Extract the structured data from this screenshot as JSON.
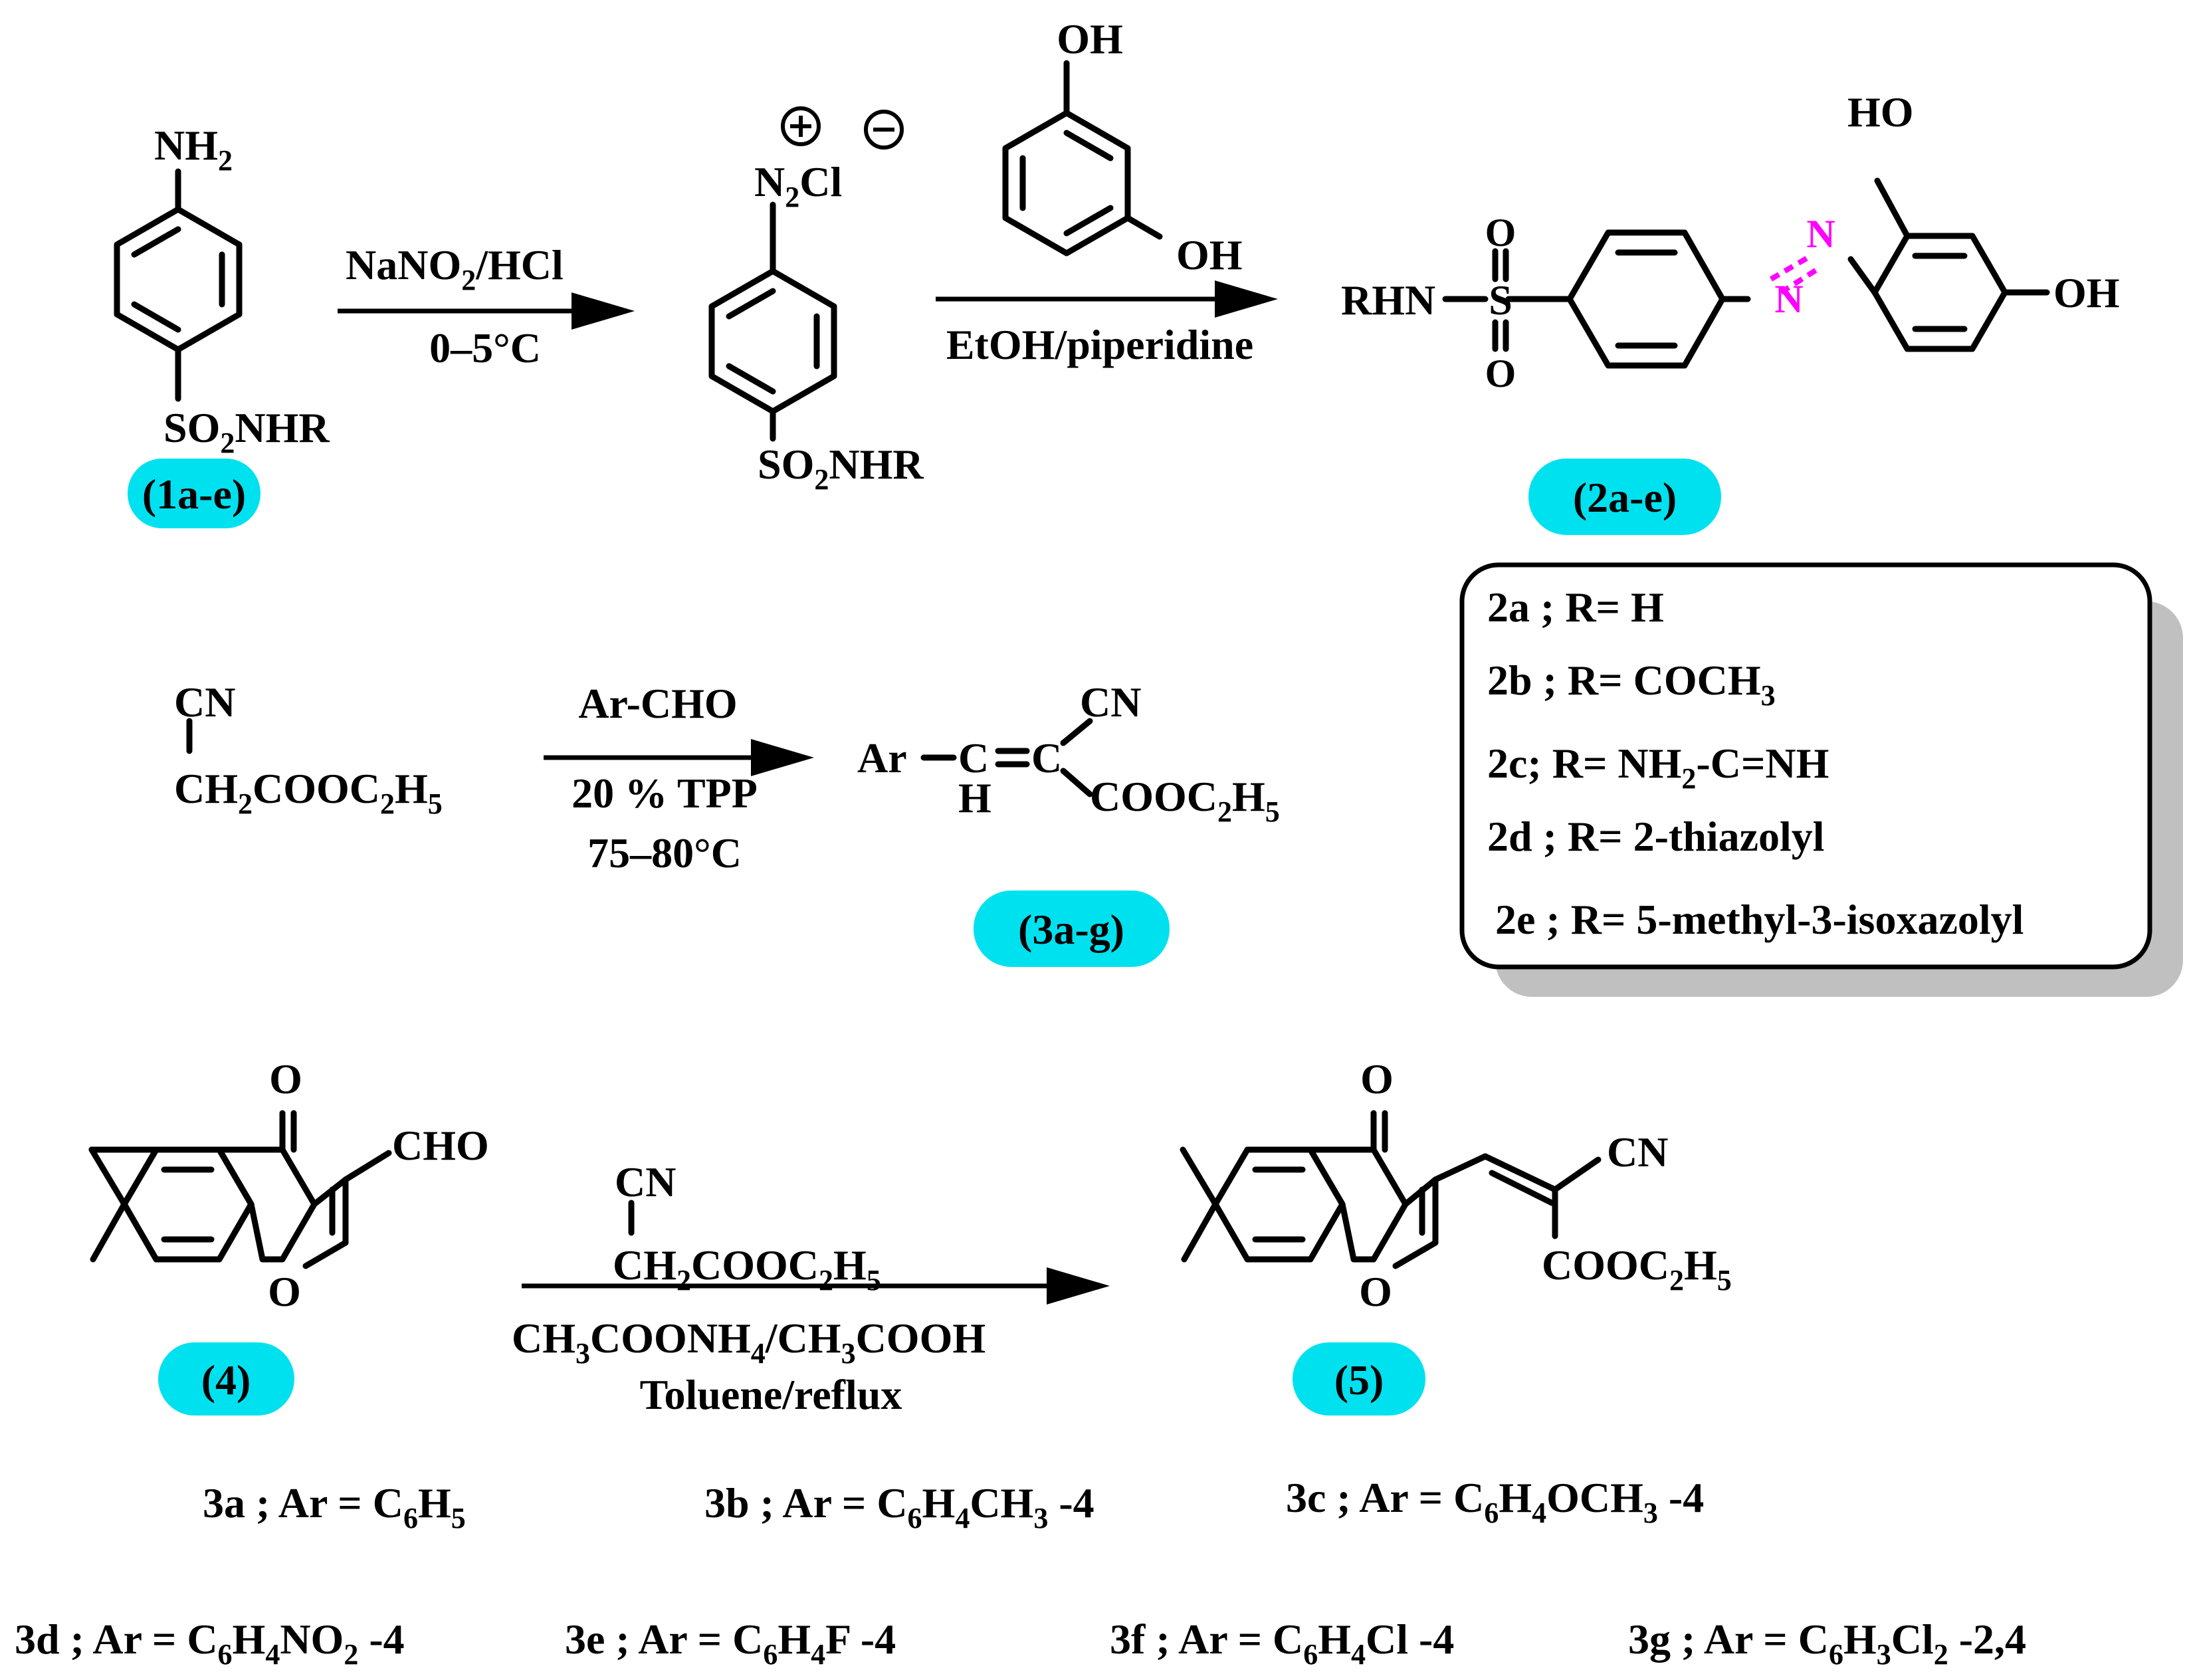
{
  "colors": {
    "label_pill": "#00e1f0",
    "azo_nitrogen": "#ff00ff",
    "text": "#000000",
    "box_shadow": "#c0c0c0"
  },
  "row1": {
    "sm": {
      "nh2": "NH",
      "nh2_sub": "2",
      "so2_a": "SO",
      "so2_sub": "2",
      "so2_b": "NHR",
      "label": "(1a-e)"
    },
    "step1": {
      "reagent": "NaNO",
      "reagent_sub": "2",
      "reagent_tail": "/HCl",
      "cond": "0–5°C"
    },
    "diazo": {
      "n": "N",
      "n_sub": "2",
      "cl": "Cl",
      "plus": "+",
      "minus": "−",
      "so2_a": "SO",
      "so2_sub": "2",
      "so2_b": "NHR"
    },
    "resorcinol": {
      "oh_top": "OH",
      "oh_bottom": "OH"
    },
    "step2": {
      "cond": "EtOH/piperidine"
    },
    "product": {
      "rhn": "RHN",
      "s": "S",
      "o_top": "O",
      "o_bottom": "O",
      "n1": "N",
      "n2": "N",
      "ho": "HO",
      "oh": "OH",
      "label": "(2a-e)"
    }
  },
  "legend2": [
    {
      "label": "2a ; R= H"
    },
    {
      "label": "2b ; R= COCH",
      "sub": "3"
    },
    {
      "label": "2c; R= NH",
      "sub": "2",
      "tail": "-C=NH"
    },
    {
      "label": "2d ; R= 2-thiazolyl"
    },
    {
      "label": "2e ; R= 5-methyl-3-isoxazolyl"
    }
  ],
  "row2": {
    "sm": {
      "cn": "CN",
      "ester_a": "CH",
      "ester_sub1": "2",
      "ester_b": "COOC",
      "ester_sub2": "2",
      "ester_c": "H",
      "ester_sub3": "5"
    },
    "step": {
      "reagent": "Ar-CHO",
      "catalyst": "20 % TPP",
      "temp": "75–80°C"
    },
    "product": {
      "ar": "Ar",
      "c1": "C",
      "h": "H",
      "c2": "C",
      "cn": "CN",
      "ester_a": "COOC",
      "ester_sub1": "2",
      "ester_b": "H",
      "ester_sub2": "5",
      "label": "(3a-g)"
    }
  },
  "row3": {
    "sm": {
      "o_carbonyl": "O",
      "cho": "CHO",
      "o_ring": "O",
      "label": "(4)"
    },
    "step": {
      "cn": "CN",
      "ester_a": "CH",
      "ester_sub1": "2",
      "ester_b": "COOC",
      "ester_sub2": "2",
      "ester_c": "H",
      "ester_sub3": "5",
      "cond_a": "CH",
      "cond_sub1": "3",
      "cond_b": "COONH",
      "cond_sub2": "4",
      "cond_c": "/CH",
      "cond_sub3": "3",
      "cond_d": "COOH",
      "solvent": "Toluene/reflux"
    },
    "product": {
      "o_carbonyl": "O",
      "cn": "CN",
      "ester_a": "COOC",
      "ester_sub1": "2",
      "ester_b": "H",
      "ester_sub2": "5",
      "o_ring": "O",
      "label": "(5)"
    }
  },
  "legend3": [
    {
      "a": "3a ; Ar = C",
      "s1": "6",
      "b": "H",
      "s2": "5",
      "c": ""
    },
    {
      "a": "3b ; Ar = C",
      "s1": "6",
      "b": "H",
      "s2": "4",
      "c": "CH",
      "s3": "3",
      "d": " -4"
    },
    {
      "a": "3c ; Ar = C",
      "s1": "6",
      "b": "H",
      "s2": "4",
      "c": "OCH",
      "s3": "3",
      "d": " -4"
    },
    {
      "a": "3d ; Ar = C",
      "s1": "6",
      "b": "H",
      "s2": "4",
      "c": "NO",
      "s3": "2",
      "d": " -4"
    },
    {
      "a": "3e ; Ar = C",
      "s1": "6",
      "b": "H",
      "s2": "4",
      "c": "F -4"
    },
    {
      "a": "3f ; Ar = C",
      "s1": "6",
      "b": "H",
      "s2": "4",
      "c": "Cl -4"
    },
    {
      "a": "3g ; Ar = C",
      "s1": "6",
      "b": "H",
      "s2": "3",
      "c": "Cl",
      "s3": "2",
      "d": " -2,4"
    }
  ]
}
